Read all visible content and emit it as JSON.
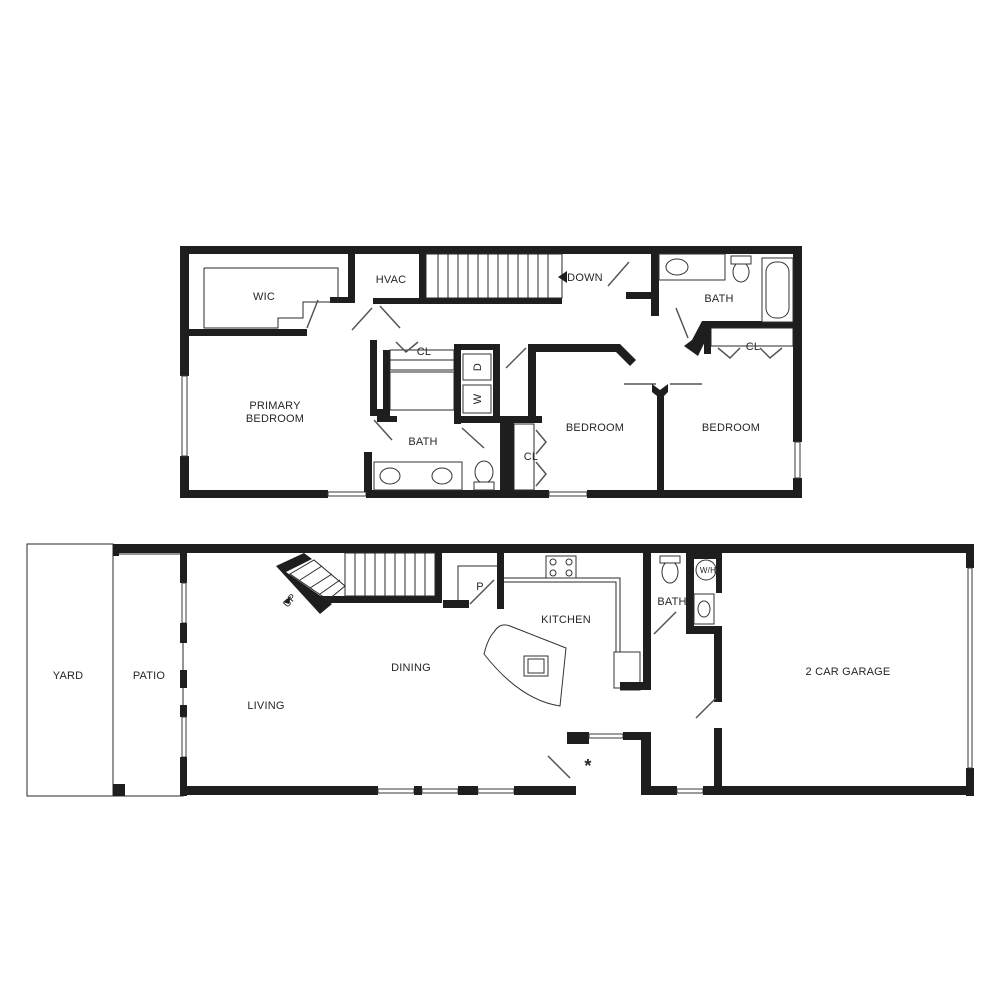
{
  "upper_floor": {
    "rooms": {
      "wic": "WIC",
      "hvac": "HVAC",
      "stairs_down": "DOWN",
      "bath_top_right": "BATH",
      "primary_bedroom_line1": "PRIMARY",
      "primary_bedroom_line2": "BEDROOM",
      "closet_center": "CL",
      "dryer": "D",
      "washer": "W",
      "bath_center": "BATH",
      "closet_small": "CL",
      "bedroom_center": "BEDROOM",
      "bedroom_right": "BEDROOM",
      "closet_right": "CL"
    }
  },
  "lower_floor": {
    "rooms": {
      "yard": "YARD",
      "patio": "PATIO",
      "living": "LIVING",
      "dining": "DINING",
      "stairs_up": "UP",
      "pantry": "P",
      "kitchen": "KITCHEN",
      "bath": "BATH",
      "water_heater": "W/H",
      "garage": "2 CAR GARAGE"
    },
    "entry_marker": "*"
  },
  "colors": {
    "wall": "#1e1e1e",
    "background": "#ffffff",
    "line": "#2a2a2a"
  }
}
